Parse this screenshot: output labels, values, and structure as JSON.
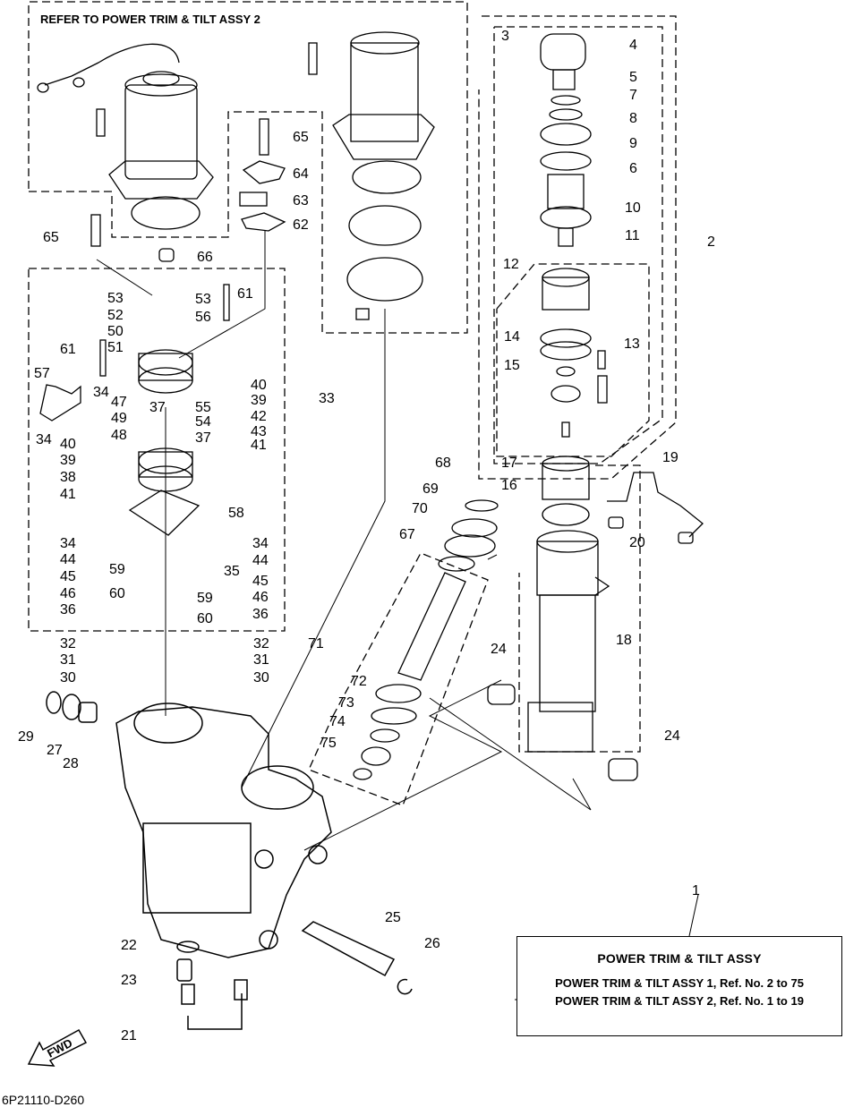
{
  "header_note": "REFER TO POWER TRIM & TILT ASSY 2",
  "legend": {
    "title": "POWER TRIM & TILT ASSY",
    "line1": "POWER TRIM & TILT ASSY 1,  Ref. No. 2 to 75",
    "line2": "POWER TRIM & TILT ASSY 2,  Ref. No. 1 to 19"
  },
  "fwd_label": "FWD",
  "diagram_code": "6P21110-D260",
  "callouts": [
    "1",
    "2",
    "3",
    "4",
    "5",
    "6",
    "7",
    "8",
    "9",
    "10",
    "11",
    "12",
    "13",
    "14",
    "15",
    "16",
    "17",
    "18",
    "19",
    "20",
    "21",
    "22",
    "23",
    "24",
    "24",
    "25",
    "26",
    "27",
    "28",
    "29",
    "30",
    "30",
    "31",
    "31",
    "32",
    "32",
    "33",
    "34",
    "34",
    "34",
    "34",
    "35",
    "36",
    "36",
    "37",
    "37",
    "38",
    "39",
    "39",
    "40",
    "40",
    "41",
    "41",
    "42",
    "43",
    "44",
    "44",
    "45",
    "45",
    "46",
    "46",
    "47",
    "48",
    "49",
    "50",
    "51",
    "52",
    "53",
    "53",
    "54",
    "55",
    "56",
    "57",
    "58",
    "59",
    "59",
    "60",
    "60",
    "61",
    "61",
    "62",
    "63",
    "64",
    "65",
    "65",
    "66",
    "67",
    "68",
    "69",
    "70",
    "71",
    "72",
    "73",
    "74",
    "75"
  ]
}
